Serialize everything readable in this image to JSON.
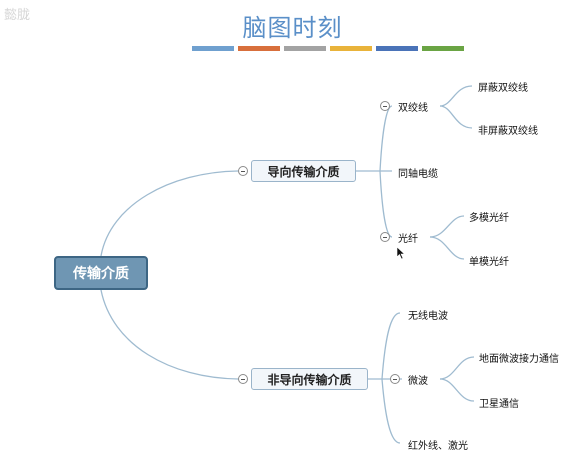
{
  "watermark": "懿胧",
  "title": "脑图时刻",
  "title_bar_colors": [
    "#6fa0cf",
    "#d86f3c",
    "#a3a3a3",
    "#e9b33a",
    "#4a73b8",
    "#6aa444"
  ],
  "root": {
    "label": "传输介质"
  },
  "guided": {
    "label": "导向传输介质",
    "twisted_pair": {
      "label": "双绞线",
      "shielded": "屏蔽双绞线",
      "unshielded": "非屏蔽双绞线"
    },
    "coax": {
      "label": "同轴电缆"
    },
    "fiber": {
      "label": "光纤",
      "multimode": "多模光纤",
      "singlemode": "单模光纤"
    }
  },
  "unguided": {
    "label": "非导向传输介质",
    "radio": {
      "label": "无线电波"
    },
    "microwave": {
      "label": "微波",
      "terrestrial": "地面微波接力通信",
      "satellite": "卫星通信"
    },
    "infrared": {
      "label": "红外线、激光"
    }
  }
}
